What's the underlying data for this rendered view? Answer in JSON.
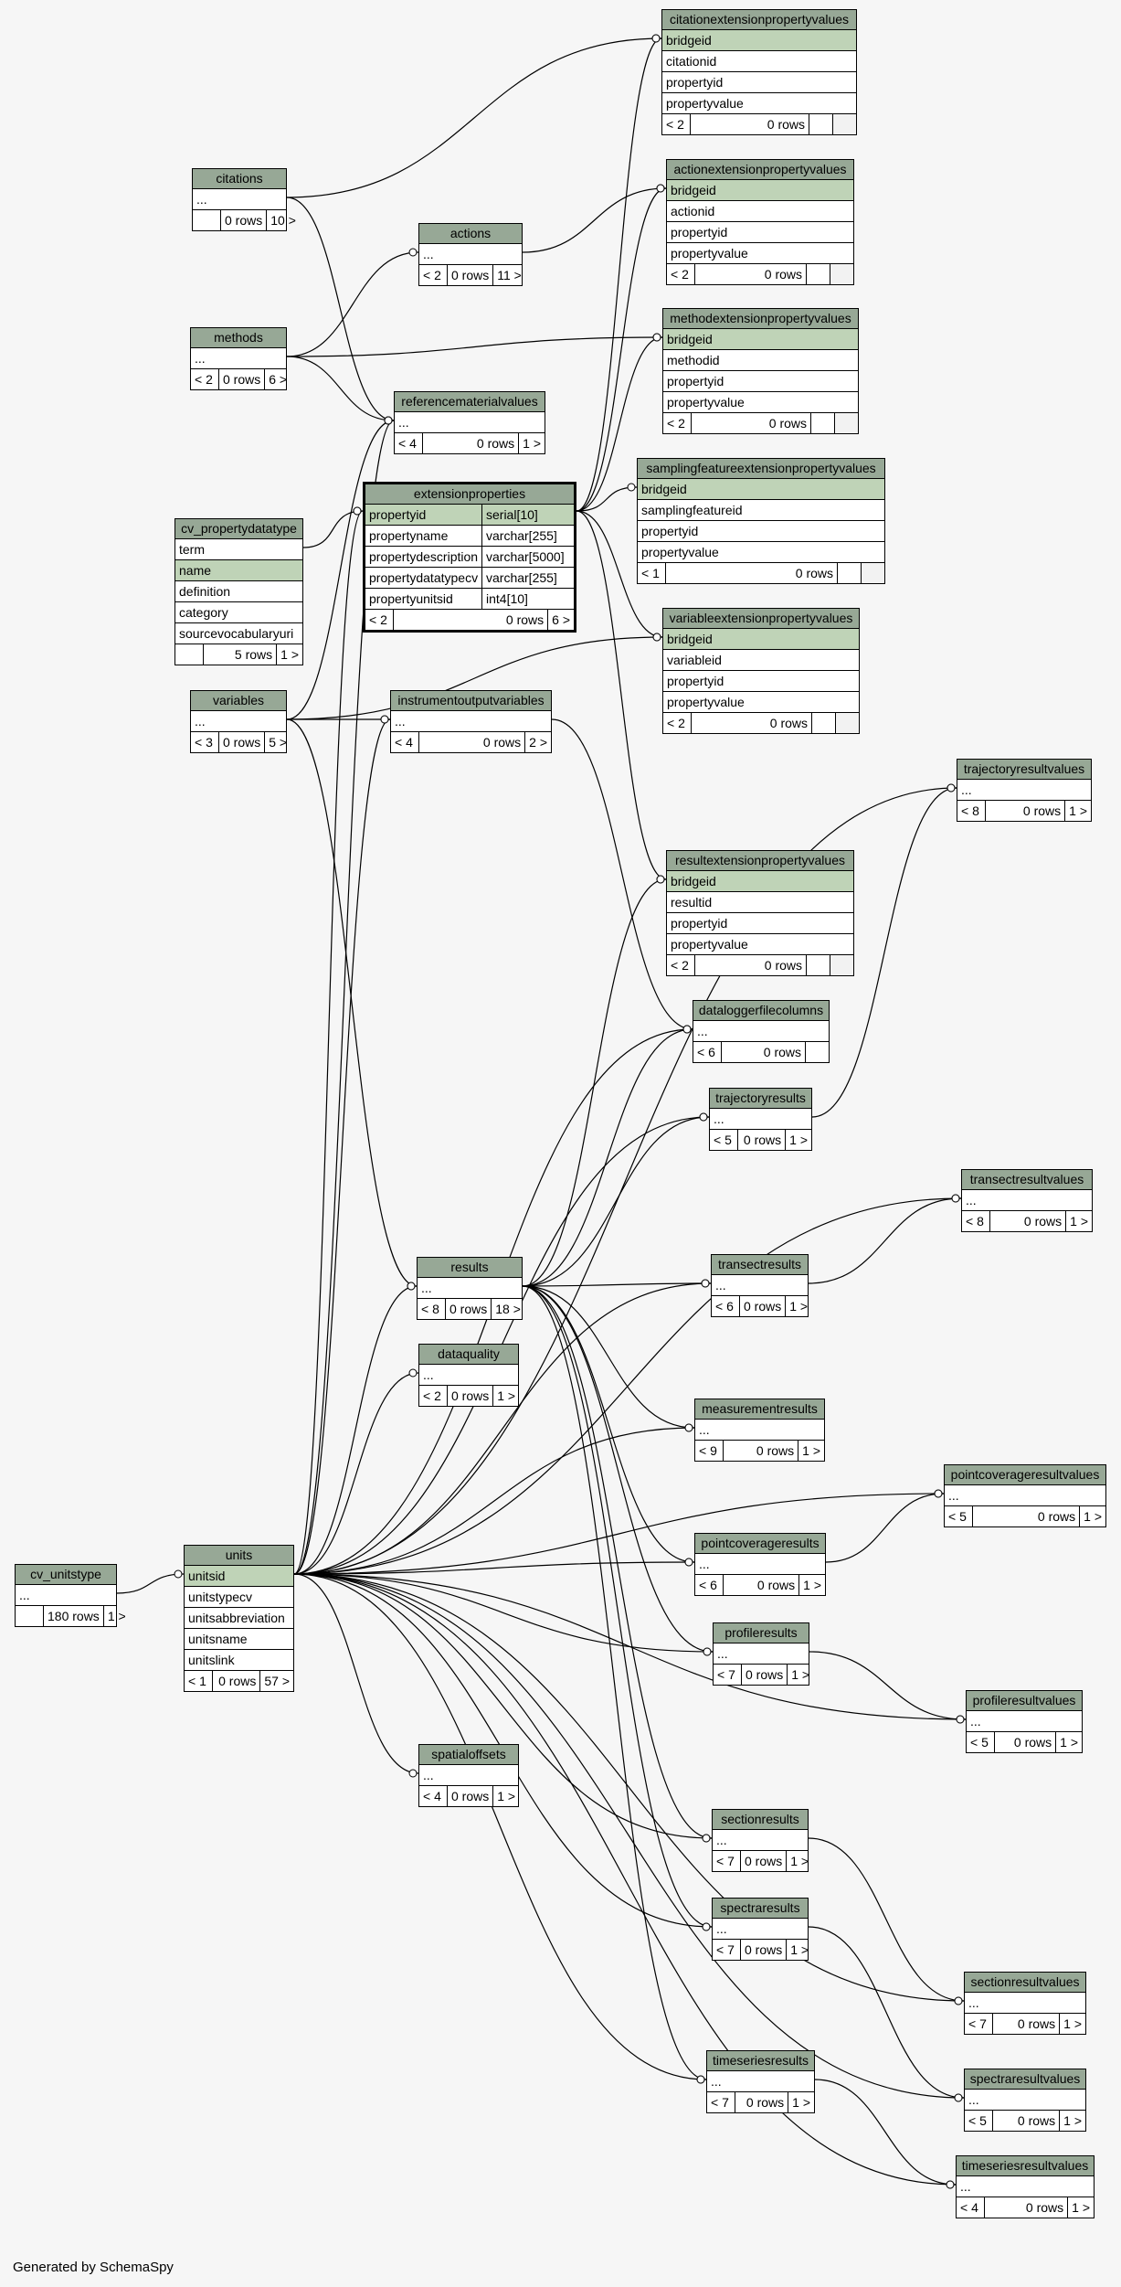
{
  "footer_text": "Generated by SchemaSpy",
  "tables": [
    {
      "id": "citationextensionpropertyvalues",
      "title": "citationextensionpropertyvalues",
      "columns": [
        {
          "name": "bridgeid",
          "pk": true
        },
        {
          "name": "citationid"
        },
        {
          "name": "propertyid"
        },
        {
          "name": "propertyvalue"
        }
      ],
      "footer": [
        "< 2",
        "0 rows",
        "",
        ""
      ]
    },
    {
      "id": "citations",
      "title": "citations",
      "columns": [
        {
          "name": "..."
        }
      ],
      "footer": [
        "",
        "0 rows",
        "10 >"
      ]
    },
    {
      "id": "actionextensionpropertyvalues",
      "title": "actionextensionpropertyvalues",
      "columns": [
        {
          "name": "bridgeid",
          "pk": true
        },
        {
          "name": "actionid"
        },
        {
          "name": "propertyid"
        },
        {
          "name": "propertyvalue"
        }
      ],
      "footer": [
        "< 2",
        "0 rows",
        "",
        ""
      ]
    },
    {
      "id": "actions",
      "title": "actions",
      "columns": [
        {
          "name": "..."
        }
      ],
      "footer": [
        "< 2",
        "0 rows",
        "11 >"
      ]
    },
    {
      "id": "methods",
      "title": "methods",
      "columns": [
        {
          "name": "..."
        }
      ],
      "footer": [
        "< 2",
        "0 rows",
        "6 >"
      ]
    },
    {
      "id": "methodextensionpropertyvalues",
      "title": "methodextensionpropertyvalues",
      "columns": [
        {
          "name": "bridgeid",
          "pk": true
        },
        {
          "name": "methodid"
        },
        {
          "name": "propertyid"
        },
        {
          "name": "propertyvalue"
        }
      ],
      "footer": [
        "< 2",
        "0 rows",
        "",
        ""
      ]
    },
    {
      "id": "referencematerialvalues",
      "title": "referencematerialvalues",
      "columns": [
        {
          "name": "..."
        }
      ],
      "footer": [
        "< 4",
        "0 rows",
        "1 >"
      ]
    },
    {
      "id": "samplingfeatureextensionpropertyvalues",
      "title": "samplingfeatureextensionpropertyvalues",
      "columns": [
        {
          "name": "bridgeid",
          "pk": true
        },
        {
          "name": "samplingfeatureid"
        },
        {
          "name": "propertyid"
        },
        {
          "name": "propertyvalue"
        }
      ],
      "footer": [
        "< 1",
        "0 rows",
        "",
        ""
      ]
    },
    {
      "id": "extensionproperties",
      "title": "extensionproperties",
      "focus": true,
      "columns": [
        {
          "name": "propertyid",
          "type": "serial[10]",
          "pk": true
        },
        {
          "name": "propertyname",
          "type": "varchar[255]"
        },
        {
          "name": "propertydescription",
          "type": "varchar[5000]"
        },
        {
          "name": "propertydatatypecv",
          "type": "varchar[255]"
        },
        {
          "name": "propertyunitsid",
          "type": "int4[10]"
        }
      ],
      "footer": [
        "< 2",
        "0 rows",
        "6 >"
      ]
    },
    {
      "id": "cv_propertydatatype",
      "title": "cv_propertydatatype",
      "columns": [
        {
          "name": "term"
        },
        {
          "name": "name",
          "pk": true
        },
        {
          "name": "definition"
        },
        {
          "name": "category"
        },
        {
          "name": "sourcevocabularyuri"
        }
      ],
      "footer": [
        "",
        "5 rows",
        "1 >"
      ]
    },
    {
      "id": "variableextensionpropertyvalues",
      "title": "variableextensionpropertyvalues",
      "columns": [
        {
          "name": "bridgeid",
          "pk": true
        },
        {
          "name": "variableid"
        },
        {
          "name": "propertyid"
        },
        {
          "name": "propertyvalue"
        }
      ],
      "footer": [
        "< 2",
        "0 rows",
        "",
        ""
      ]
    },
    {
      "id": "variables",
      "title": "variables",
      "columns": [
        {
          "name": "..."
        }
      ],
      "footer": [
        "< 3",
        "0 rows",
        "5 >"
      ]
    },
    {
      "id": "instrumentoutputvariables",
      "title": "instrumentoutputvariables",
      "columns": [
        {
          "name": "..."
        }
      ],
      "footer": [
        "< 4",
        "0 rows",
        "2 >"
      ]
    },
    {
      "id": "trajectoryresultvalues",
      "title": "trajectoryresultvalues",
      "columns": [
        {
          "name": "..."
        }
      ],
      "footer": [
        "< 8",
        "0 rows",
        "1 >"
      ]
    },
    {
      "id": "resultextensionpropertyvalues",
      "title": "resultextensionpropertyvalues",
      "columns": [
        {
          "name": "bridgeid",
          "pk": true
        },
        {
          "name": "resultid"
        },
        {
          "name": "propertyid"
        },
        {
          "name": "propertyvalue"
        }
      ],
      "footer": [
        "< 2",
        "0 rows",
        "",
        ""
      ]
    },
    {
      "id": "dataloggerfilecolumns",
      "title": "dataloggerfilecolumns",
      "columns": [
        {
          "name": "..."
        }
      ],
      "footer": [
        "< 6",
        "0 rows",
        ""
      ]
    },
    {
      "id": "trajectoryresults",
      "title": "trajectoryresults",
      "columns": [
        {
          "name": "..."
        }
      ],
      "footer": [
        "< 5",
        "0 rows",
        "1 >"
      ]
    },
    {
      "id": "transectresultvalues",
      "title": "transectresultvalues",
      "columns": [
        {
          "name": "..."
        }
      ],
      "footer": [
        "< 8",
        "0 rows",
        "1 >"
      ]
    },
    {
      "id": "results",
      "title": "results",
      "columns": [
        {
          "name": "..."
        }
      ],
      "footer": [
        "< 8",
        "0 rows",
        "18 >"
      ]
    },
    {
      "id": "transectresults",
      "title": "transectresults",
      "columns": [
        {
          "name": "..."
        }
      ],
      "footer": [
        "< 6",
        "0 rows",
        "1 >"
      ]
    },
    {
      "id": "dataquality",
      "title": "dataquality",
      "columns": [
        {
          "name": "..."
        }
      ],
      "footer": [
        "< 2",
        "0 rows",
        "1 >"
      ]
    },
    {
      "id": "measurementresults",
      "title": "measurementresults",
      "columns": [
        {
          "name": "..."
        }
      ],
      "footer": [
        "< 9",
        "0 rows",
        "1 >"
      ]
    },
    {
      "id": "pointcoverageresultvalues",
      "title": "pointcoverageresultvalues",
      "columns": [
        {
          "name": "..."
        }
      ],
      "footer": [
        "< 5",
        "0 rows",
        "1 >"
      ]
    },
    {
      "id": "pointcoverageresults",
      "title": "pointcoverageresults",
      "columns": [
        {
          "name": "..."
        }
      ],
      "footer": [
        "< 6",
        "0 rows",
        "1 >"
      ]
    },
    {
      "id": "cv_unitstype",
      "title": "cv_unitstype",
      "columns": [
        {
          "name": "..."
        }
      ],
      "footer": [
        "",
        "180 rows",
        "1 >"
      ]
    },
    {
      "id": "units",
      "title": "units",
      "columns": [
        {
          "name": "unitsid",
          "pk": true
        },
        {
          "name": "unitstypecv"
        },
        {
          "name": "unitsabbreviation"
        },
        {
          "name": "unitsname"
        },
        {
          "name": "unitslink"
        }
      ],
      "footer": [
        "< 1",
        "0 rows",
        "57 >"
      ]
    },
    {
      "id": "profileresults",
      "title": "profileresults",
      "columns": [
        {
          "name": "..."
        }
      ],
      "footer": [
        "< 7",
        "0 rows",
        "1 >"
      ]
    },
    {
      "id": "profileresultvalues",
      "title": "profileresultvalues",
      "columns": [
        {
          "name": "..."
        }
      ],
      "footer": [
        "< 5",
        "0 rows",
        "1 >"
      ]
    },
    {
      "id": "spatialoffsets",
      "title": "spatialoffsets",
      "columns": [
        {
          "name": "..."
        }
      ],
      "footer": [
        "< 4",
        "0 rows",
        "1 >"
      ]
    },
    {
      "id": "sectionresults",
      "title": "sectionresults",
      "columns": [
        {
          "name": "..."
        }
      ],
      "footer": [
        "< 7",
        "0 rows",
        "1 >"
      ]
    },
    {
      "id": "spectraresults",
      "title": "spectraresults",
      "columns": [
        {
          "name": "..."
        }
      ],
      "footer": [
        "< 7",
        "0 rows",
        "1 >"
      ]
    },
    {
      "id": "sectionresultvalues",
      "title": "sectionresultvalues",
      "columns": [
        {
          "name": "..."
        }
      ],
      "footer": [
        "< 7",
        "0 rows",
        "1 >"
      ]
    },
    {
      "id": "timeseriesresults",
      "title": "timeseriesresults",
      "columns": [
        {
          "name": "..."
        }
      ],
      "footer": [
        "< 7",
        "0 rows",
        "1 >"
      ]
    },
    {
      "id": "spectraresultvalues",
      "title": "spectraresultvalues",
      "columns": [
        {
          "name": "..."
        }
      ],
      "footer": [
        "< 5",
        "0 rows",
        "1 >"
      ]
    },
    {
      "id": "timeseriesresultvalues",
      "title": "timeseriesresultvalues",
      "columns": [
        {
          "name": "..."
        }
      ],
      "footer": [
        "< 4",
        "0 rows",
        "1 >"
      ]
    }
  ],
  "relationships": [
    {
      "from": "citations",
      "to": "citationextensionpropertyvalues"
    },
    {
      "from": "citations",
      "to": "referencematerialvalues"
    },
    {
      "from": "actions",
      "to": "actionextensionpropertyvalues"
    },
    {
      "from": "methods",
      "to": "actions"
    },
    {
      "from": "methods",
      "to": "methodextensionpropertyvalues"
    },
    {
      "from": "methods",
      "to": "referencematerialvalues"
    },
    {
      "from": "extensionproperties",
      "to": "citationextensionpropertyvalues"
    },
    {
      "from": "extensionproperties",
      "to": "actionextensionpropertyvalues"
    },
    {
      "from": "extensionproperties",
      "to": "methodextensionpropertyvalues"
    },
    {
      "from": "extensionproperties",
      "to": "samplingfeatureextensionpropertyvalues"
    },
    {
      "from": "extensionproperties",
      "to": "variableextensionpropertyvalues"
    },
    {
      "from": "extensionproperties",
      "to": "resultextensionpropertyvalues"
    },
    {
      "from": "cv_propertydatatype",
      "to": "extensionproperties"
    },
    {
      "from": "units",
      "to": "extensionproperties"
    },
    {
      "from": "variables",
      "to": "variableextensionpropertyvalues"
    },
    {
      "from": "variables",
      "to": "instrumentoutputvariables"
    },
    {
      "from": "variables",
      "to": "referencematerialvalues"
    },
    {
      "from": "variables",
      "to": "results"
    },
    {
      "from": "units",
      "to": "instrumentoutputvariables"
    },
    {
      "from": "units",
      "to": "referencematerialvalues"
    },
    {
      "from": "instrumentoutputvariables",
      "to": "dataloggerfilecolumns"
    },
    {
      "from": "results",
      "to": "resultextensionpropertyvalues"
    },
    {
      "from": "results",
      "to": "dataloggerfilecolumns"
    },
    {
      "from": "results",
      "to": "trajectoryresults"
    },
    {
      "from": "results",
      "to": "transectresults"
    },
    {
      "from": "results",
      "to": "measurementresults"
    },
    {
      "from": "results",
      "to": "pointcoverageresults"
    },
    {
      "from": "results",
      "to": "profileresults"
    },
    {
      "from": "results",
      "to": "sectionresults"
    },
    {
      "from": "results",
      "to": "spectraresults"
    },
    {
      "from": "results",
      "to": "timeseriesresults"
    },
    {
      "from": "trajectoryresults",
      "to": "trajectoryresultvalues"
    },
    {
      "from": "transectresults",
      "to": "transectresultvalues"
    },
    {
      "from": "pointcoverageresults",
      "to": "pointcoverageresultvalues"
    },
    {
      "from": "profileresults",
      "to": "profileresultvalues"
    },
    {
      "from": "sectionresults",
      "to": "sectionresultvalues"
    },
    {
      "from": "spectraresults",
      "to": "spectraresultvalues"
    },
    {
      "from": "timeseriesresults",
      "to": "timeseriesresultvalues"
    },
    {
      "from": "cv_unitstype",
      "to": "units"
    },
    {
      "from": "units",
      "to": "trajectoryresultvalues"
    },
    {
      "from": "units",
      "to": "dataloggerfilecolumns"
    },
    {
      "from": "units",
      "to": "trajectoryresults"
    },
    {
      "from": "units",
      "to": "transectresultvalues"
    },
    {
      "from": "units",
      "to": "results"
    },
    {
      "from": "units",
      "to": "transectresults"
    },
    {
      "from": "units",
      "to": "dataquality"
    },
    {
      "from": "units",
      "to": "measurementresults"
    },
    {
      "from": "units",
      "to": "pointcoverageresultvalues"
    },
    {
      "from": "units",
      "to": "pointcoverageresults"
    },
    {
      "from": "units",
      "to": "profileresults"
    },
    {
      "from": "units",
      "to": "profileresultvalues"
    },
    {
      "from": "units",
      "to": "spatialoffsets"
    },
    {
      "from": "units",
      "to": "sectionresults"
    },
    {
      "from": "units",
      "to": "spectraresults"
    },
    {
      "from": "units",
      "to": "sectionresultvalues"
    },
    {
      "from": "units",
      "to": "timeseriesresults"
    },
    {
      "from": "units",
      "to": "spectraresultvalues"
    },
    {
      "from": "units",
      "to": "timeseriesresultvalues"
    }
  ]
}
